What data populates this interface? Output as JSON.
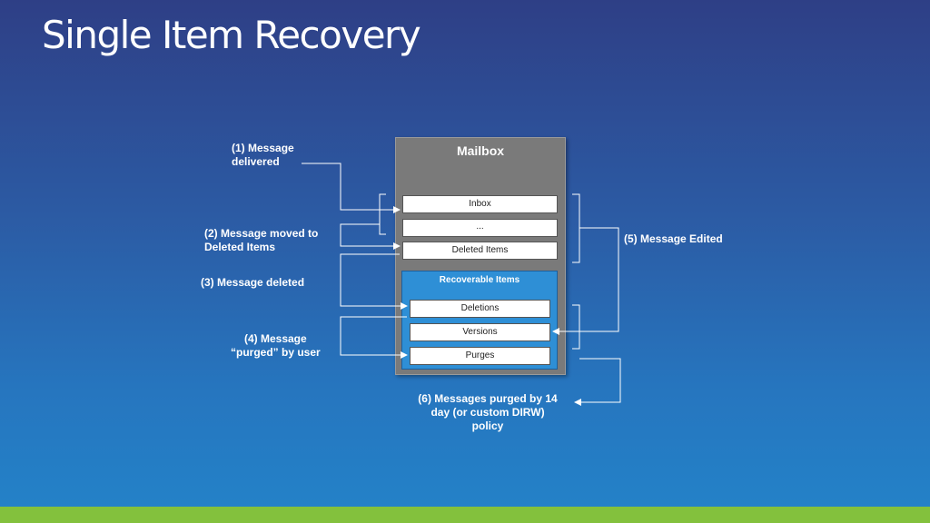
{
  "slide": {
    "title": "Single Item Recovery"
  },
  "mailbox": {
    "title": "Mailbox",
    "folders": {
      "inbox": "Inbox",
      "ellipsis": "...",
      "deleted_items": "Deleted Items"
    },
    "recoverable_items": {
      "title": "Recoverable Items",
      "folders": {
        "deletions": "Deletions",
        "versions": "Versions",
        "purges": "Purges"
      }
    }
  },
  "steps": {
    "step1": {
      "line1": "(1) Message",
      "line2": "delivered"
    },
    "step2": {
      "line1": "(2) Message moved to",
      "line2": "Deleted Items"
    },
    "step3": {
      "line1": "(3) Message deleted"
    },
    "step4": {
      "line1": "(4) Message",
      "line2": "“purged” by user"
    },
    "step5": {
      "line1": "(5) Message Edited"
    },
    "step6": {
      "line1": "(6) Messages purged by 14",
      "line2": "day (or custom DIRW)",
      "line3": "policy"
    }
  },
  "colors": {
    "background_top": "#2e3f86",
    "background_bottom": "#2383c9",
    "accent_bar": "#83c13d",
    "mailbox": "#7a7a7a",
    "recoverable_items": "#2e8fd6"
  }
}
